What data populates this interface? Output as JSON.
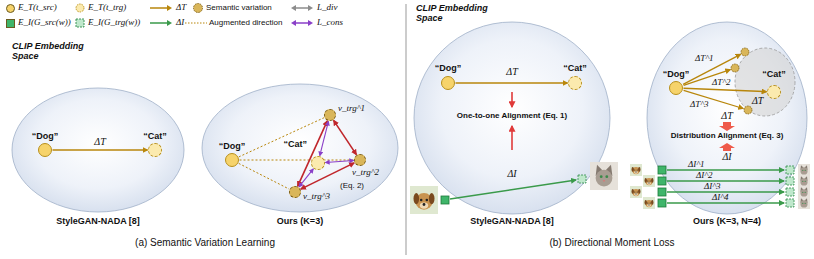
{
  "diagram": {
    "nodes": [
      {
        "text": [
          "“Dog”"
        ]
      },
      {
        "text": [
          "“Cat”"
        ]
      },
      {
        "text": [
          "“Dog”"
        ]
      },
      {
        "text": [
          "“Cat”"
        ]
      },
      {
        "text": [
          "v_trg^1"
        ]
      },
      {
        "text": [
          "v_trg^2"
        ]
      },
      {
        "text": [
          "v_trg^3"
        ]
      },
      {
        "text": [
          "“Dog”"
        ]
      },
      {
        "text": [
          "“Cat”"
        ]
      },
      {
        "text": [
          "“Dog”"
        ]
      },
      {
        "text": [
          "“Cat”"
        ]
      }
    ],
    "edges": [
      {
        "from": 0,
        "to": 1,
        "arrow": "to",
        "label": "ΔT"
      },
      {
        "from": 2,
        "to": 4,
        "arrow": "none"
      },
      {
        "from": 2,
        "to": 5,
        "arrow": "none"
      },
      {
        "from": 2,
        "to": 6,
        "arrow": "none"
      },
      {
        "from": 4,
        "to": 5,
        "arrow": "both"
      },
      {
        "from": 5,
        "to": 6,
        "arrow": "both"
      },
      {
        "from": 6,
        "to": 4,
        "arrow": "both"
      },
      {
        "from": 4,
        "to": 3,
        "arrow": "both"
      },
      {
        "from": 5,
        "to": 3,
        "arrow": "both"
      },
      {
        "from": 6,
        "to": 3,
        "arrow": "both"
      },
      {
        "from": 7,
        "to": 8,
        "arrow": "to",
        "label": "ΔT"
      },
      {
        "from": 9,
        "to": 10,
        "arrow": "to",
        "label": "ΔT"
      }
    ],
    "labels": [
      "CLIP Embedding Space",
      "StyleGAN-NADA [8]",
      "(Eq. 2)",
      "Ours (K=3)",
      "(a) Semantic Variation Learning",
      "CLIP Embedding Space",
      "One-to-one Alignment (Eq. 1)",
      "ΔI",
      "StyleGAN-NADA [8]",
      "ΔT^1",
      "ΔT^2",
      "ΔT^3",
      "ΔT",
      "Distribution Alignment (Eq. 3)",
      "ΔI",
      "ΔI^1",
      "ΔI^2",
      "ΔI^3",
      "ΔI^4",
      "Ours (K=3, N=4)",
      "(b) Directional Moment Loss"
    ],
    "legend": [
      {
        "text": "E_T(t_src)",
        "color": "#f6d36b"
      },
      {
        "text": "E_T(t_trg)"
      },
      {
        "text": "ΔT"
      },
      {
        "text": "Semantic variation"
      },
      {
        "text": "L_div"
      },
      {
        "text": "E_I(G_src(w))",
        "color": "#3fb56a"
      },
      {
        "text": "E_I(G_trg(w))"
      },
      {
        "text": "ΔI"
      },
      {
        "text": "Augmented direction"
      },
      {
        "text": "L_cons"
      }
    ]
  }
}
